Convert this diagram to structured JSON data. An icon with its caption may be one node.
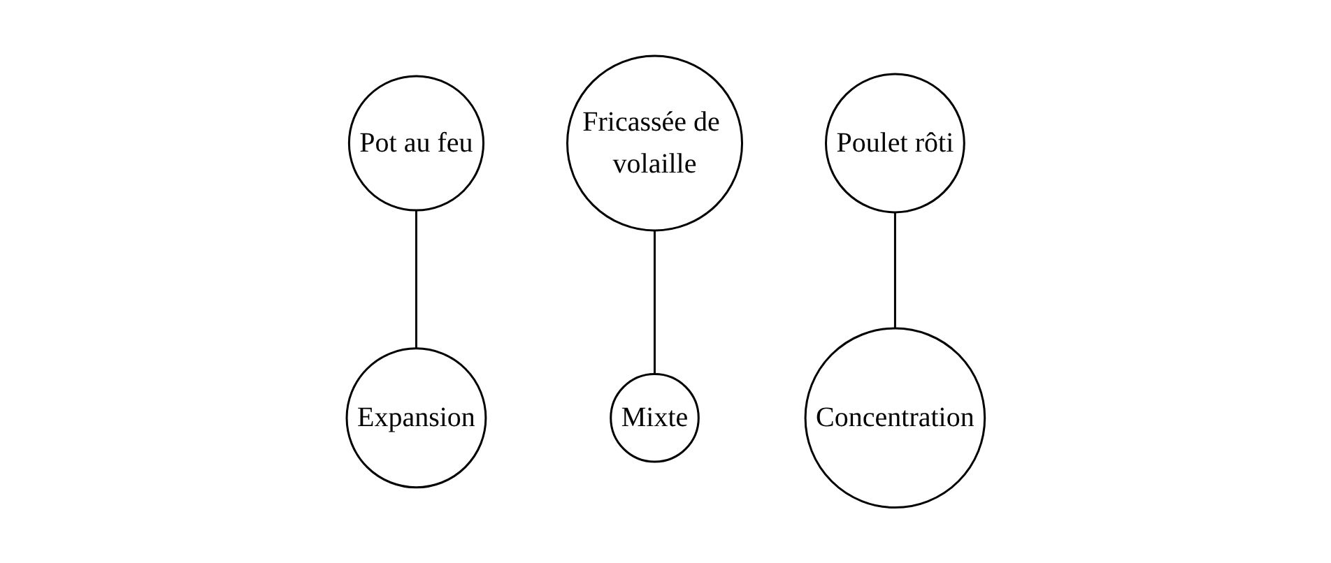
{
  "diagram": {
    "nodes": [
      {
        "text": [
          "Pot au feu"
        ]
      },
      {
        "text": [
          "Fricassée de volaille"
        ]
      },
      {
        "text": [
          "Poulet rôti"
        ]
      },
      {
        "text": [
          "Concentration"
        ]
      },
      {
        "text": [
          "Expansion"
        ]
      },
      {
        "text": [
          "Mixte"
        ]
      }
    ],
    "edges": [
      {
        "from": 0,
        "to": 4,
        "arrow": "none"
      },
      {
        "from": 1,
        "to": 5,
        "arrow": "none"
      },
      {
        "from": 2,
        "to": 3,
        "arrow": "none"
      }
    ]
  }
}
